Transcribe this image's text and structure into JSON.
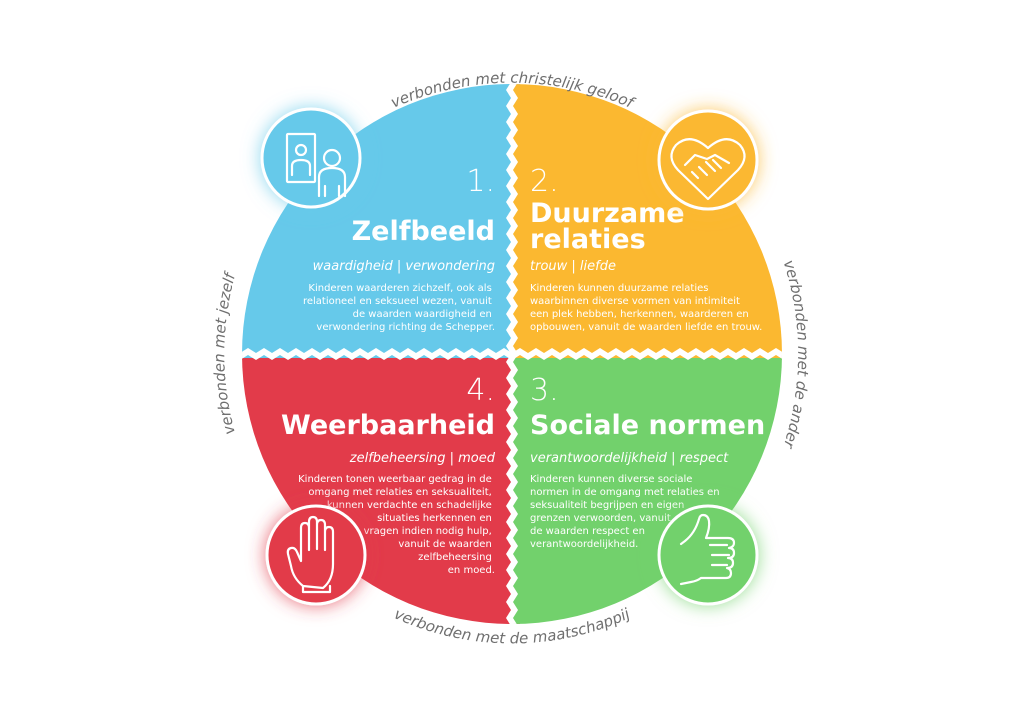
{
  "colors": {
    "blue": "#66C9EA",
    "yellow": "#FBB830",
    "green": "#72D16C",
    "red": "#E23B4A",
    "ring_text": "#6f6f6f"
  },
  "ring_labels": {
    "top": "verbonden met christelijk geloof",
    "right": "verbonden met de ander",
    "bottom": "verbonden met de maatschappij",
    "left": "verbonden met jezelf"
  },
  "quadrants": {
    "q1": {
      "number": "1.",
      "title_lines": [
        "Zelfbeeld"
      ],
      "subtitle": "waardigheid | verwondering",
      "description_lines": [
        "Kinderen waarderen zichzelf, ook als",
        "relationeel en seksueel wezen, vanuit",
        "de waarden waardigheid en",
        "verwondering richting de Schepper."
      ],
      "icon": "mirror-person-icon"
    },
    "q2": {
      "number": "2.",
      "title_lines": [
        "Duurzame",
        "relaties"
      ],
      "subtitle": "trouw | liefde",
      "description_lines": [
        "Kinderen kunnen duurzame relaties",
        "waarbinnen diverse vormen van intimiteit",
        "een plek hebben, herkennen, waarderen en",
        "opbouwen, vanuit de waarden liefde en trouw."
      ],
      "icon": "heart-handshake-icon"
    },
    "q3": {
      "number": "3.",
      "title_lines": [
        "Sociale normen"
      ],
      "subtitle": "verantwoordelijkheid | respect",
      "description_lines": [
        "Kinderen kunnen diverse sociale",
        "normen in de omgang met relaties en",
        "seksualiteit begrijpen en eigen",
        "grenzen verwoorden, vanuit",
        "de waarden respect en",
        "verantwoordelijkheid."
      ],
      "icon": "thumbs-up-icon"
    },
    "q4": {
      "number": "4.",
      "title_lines": [
        "Weerbaarheid"
      ],
      "subtitle": "zelfbeheersing | moed",
      "description_lines": [
        "Kinderen tonen weerbaar gedrag in de",
        "omgang met relaties en seksualiteit,",
        "kunnen verdachte en schadelijke",
        "situaties herkennen en",
        "vragen indien nodig hulp,",
        "vanuit  de waarden",
        "zelfbeheersing",
        "en moed."
      ],
      "icon": "stop-hand-icon"
    }
  }
}
